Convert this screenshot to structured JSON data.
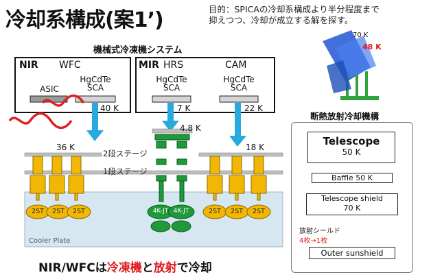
{
  "title": "冷却系構成(案1’)",
  "purpose_line1": "目的：SPICAの冷却系構成より半分程度まで",
  "purpose_line2": "抑えつつ、冷却が成立する解を探す。",
  "mech_system_title": "機械式冷凍機システム",
  "nir": {
    "label": "NIR",
    "wfc": "WFC",
    "asic": "ASIC",
    "sca_line1": "HgCdTe",
    "sca_line2": "SCA",
    "temp": "40 K"
  },
  "mir": {
    "label": "MIR",
    "hrs": "HRS",
    "cam": "CAM",
    "hrs_sca_line1": "HgCdTe",
    "hrs_sca_line2": "SCA",
    "cam_sca_line1": "HgCdTe",
    "cam_sca_line2": "SCA",
    "hrs_temp": "7 K",
    "cam_temp": "22 K"
  },
  "temps": {
    "left_stage": "36 K",
    "jt_top": "4.8 K",
    "right_stage": "18 K"
  },
  "stages": {
    "stage2": "2段ステージ",
    "stage1": "1段ステージ"
  },
  "coolers": {
    "st_label": "2ST",
    "jt_label": "4K-JT"
  },
  "cooler_plate": "Cooler Plate",
  "bottom_caption": {
    "part1": "NIR/WFCは",
    "part2": "冷凍機",
    "part3": "と",
    "part4": "放射",
    "part5": "で冷却"
  },
  "thumbnail": {
    "t1": "70 K",
    "t2": "48 K"
  },
  "radiative": {
    "title": "断熱放射冷却機構",
    "telescope": "Telescope",
    "telescope_temp": "50 K",
    "baffle": "Baffle  50 K",
    "tshield_line1": "Telescope shield",
    "tshield_line2": "70 K",
    "shield_note1": "放射シールド",
    "shield_note2": "4枚→1枚",
    "outer": "Outer sunshield"
  },
  "colors": {
    "blue_arrow": "#2aa8e0",
    "red_wave": "#e02020",
    "yellow_cooler": "#f2b705",
    "green_cooler": "#1f9a3a",
    "cooler_plate": "#d7e7f2",
    "accent_red": "#e01b1b"
  }
}
